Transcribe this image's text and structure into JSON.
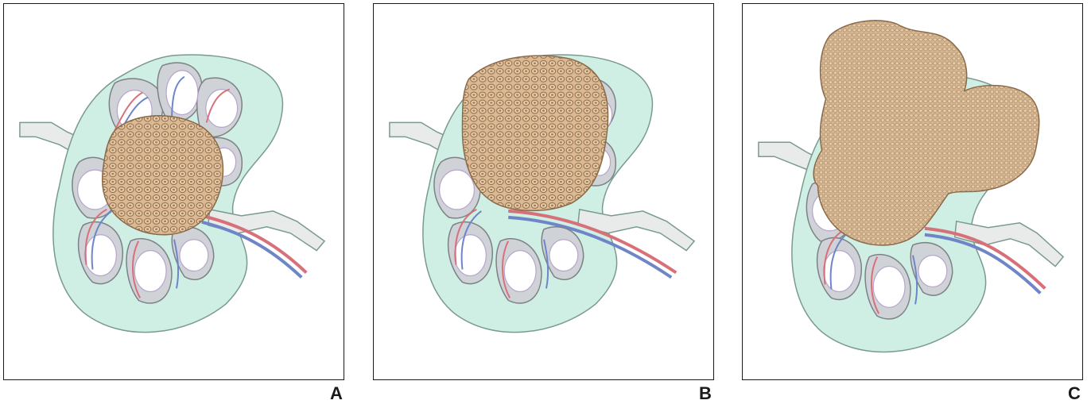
{
  "panels": [
    {
      "id": "A",
      "label": "A",
      "tumor_stage": "small"
    },
    {
      "id": "B",
      "label": "B",
      "tumor_stage": "medium"
    },
    {
      "id": "C",
      "label": "C",
      "tumor_stage": "large"
    }
  ],
  "colors": {
    "capsule_fill": "#cfeee4",
    "capsule_stroke": "#7a9a8e",
    "lobe_fill": "#cfd2d6",
    "lobe_stroke": "#7d8085",
    "sinus_fill": "#ffffff",
    "sinus_stroke": "#b8a4cc",
    "artery": "#d8707a",
    "vein": "#6e86c8",
    "vessel_tube": "#e8ebe9",
    "tumor_fill": "#d9b48e",
    "tumor_cell": "#a07a52",
    "tumor_stroke": "#8a6a48",
    "border": "#1a1a1a",
    "label_text": "#1a1a1a"
  }
}
